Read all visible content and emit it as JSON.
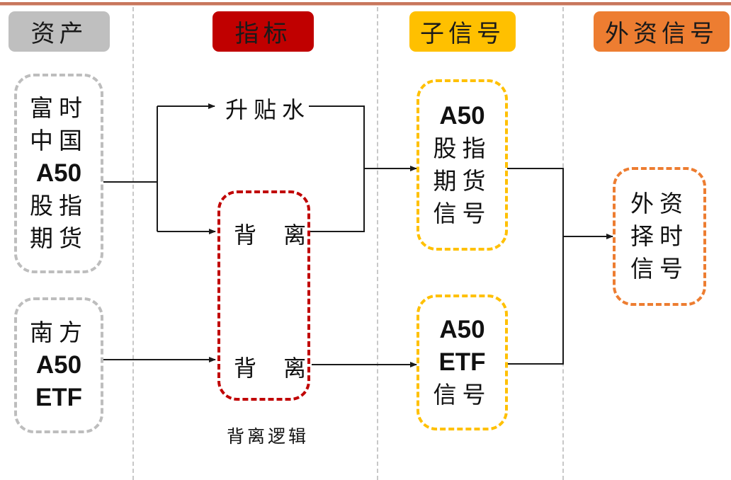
{
  "headers": [
    {
      "id": "assets",
      "label": "资产",
      "color": "#BFBFBF"
    },
    {
      "id": "indicators",
      "label": "指标",
      "color": "#C00000"
    },
    {
      "id": "sub-signals",
      "label": "子信号",
      "color": "#FFC000"
    },
    {
      "id": "foreign-signal",
      "label": "外资信号",
      "color": "#ED7D31"
    }
  ],
  "assets": {
    "ftse_a50_futures": {
      "lines": [
        "富时",
        "中国",
        "A50",
        "股指",
        "期货"
      ]
    },
    "southern_a50_etf": {
      "lines": [
        "南方",
        "A50",
        "ETF"
      ]
    }
  },
  "indicators": {
    "basis": "升贴水",
    "divergence_1": "背 离",
    "divergence_2": "背 离",
    "divergence_group_label": "背离逻辑"
  },
  "sub_signals": {
    "a50_futures_signal": {
      "lines": [
        "A50",
        "股指",
        "期货",
        "信号"
      ]
    },
    "a50_etf_signal": {
      "lines": [
        "A50",
        "ETF",
        "信号"
      ]
    }
  },
  "output": {
    "foreign_timing_signal": {
      "lines": [
        "外资",
        "择时",
        "信号"
      ]
    }
  },
  "colors": {
    "top_rule": "#C8765C",
    "separator": "#C8C8C8",
    "asset_border": "#BDBDBD",
    "indicator_border": "#C00000",
    "sub_signal_border": "#FFC000",
    "output_border": "#ED7D31",
    "wire": "#1a1a1a"
  }
}
